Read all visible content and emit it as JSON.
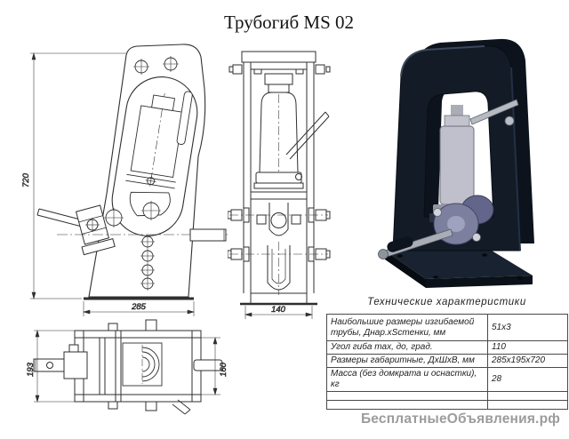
{
  "page": {
    "title": "Трубогиб MS 02"
  },
  "drawings": {
    "front_view": {
      "dim_height": "720",
      "dim_width": "285"
    },
    "side_view": {
      "dim_width": "140"
    },
    "top_view": {
      "dim_left": "193",
      "dim_right": "160"
    }
  },
  "specs": {
    "title": "Технические характеристики",
    "rows": [
      {
        "label": "Наибольшие размеры изгибаемой трубы, Днар.хSстенки, мм",
        "value": "51х3"
      },
      {
        "label": "Угол гиба max, до, град.",
        "value": "110"
      },
      {
        "label": "Размеры габаритные, ДхШхВ, мм",
        "value": "285х195х720"
      },
      {
        "label": "Масса (без домкрата и оснастки), кг",
        "value": "28"
      },
      {
        "label": "",
        "value": ""
      },
      {
        "label": "",
        "value": ""
      }
    ]
  },
  "watermark": {
    "text": "БесплатныеОбъявления.рф"
  },
  "colors": {
    "line": "#2f2f2f",
    "frame_3d": "#131b26",
    "jack_3d": "#bfc0cc",
    "rollers_3d": "#7c7f9d",
    "watermark": "#9c9c9c"
  }
}
